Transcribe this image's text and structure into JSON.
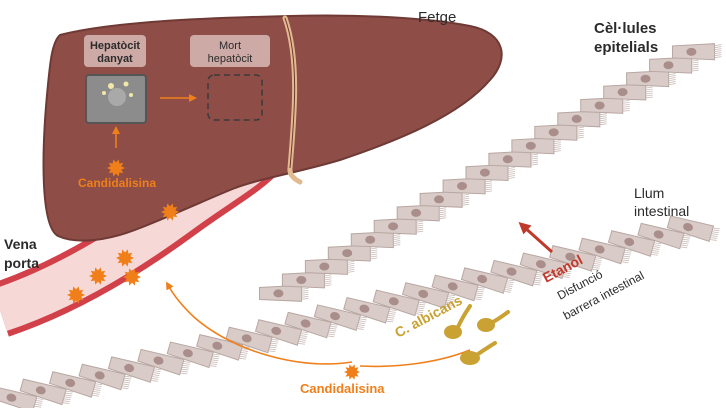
{
  "labels": {
    "liver": "Fetge",
    "epithelial_cells": [
      "Cèl·lules",
      "epitelials"
    ],
    "lumen": [
      "Llum",
      "intestinal"
    ],
    "portal_vein": [
      "Vena",
      "porta"
    ],
    "damaged_hepatocyte": [
      "Hepatòcit",
      "danyat"
    ],
    "dead_hepatocyte": [
      "Mort",
      "hepatòcit"
    ],
    "candidalysin_liver": "Candidalisina",
    "candidalysin_gut": "Candidalisina",
    "c_albicans": "C. albicans",
    "ethanol": "Etanol",
    "barrier_dysfunction": [
      "Disfunció",
      "barrera intestinal"
    ]
  },
  "colors": {
    "liver": "#8e4d47",
    "liver_light": "#a8645c",
    "ligament": "#e3b98f",
    "vein_outer": "#d2404a",
    "vein_inner": "#f6d9d6",
    "cell": "#d9cbc7",
    "nucleus": "#a98e8b",
    "toxin": "#f07f1a",
    "candida": "#c9a233",
    "ethanol": "#c0392b",
    "text": "#2b2b2b"
  }
}
